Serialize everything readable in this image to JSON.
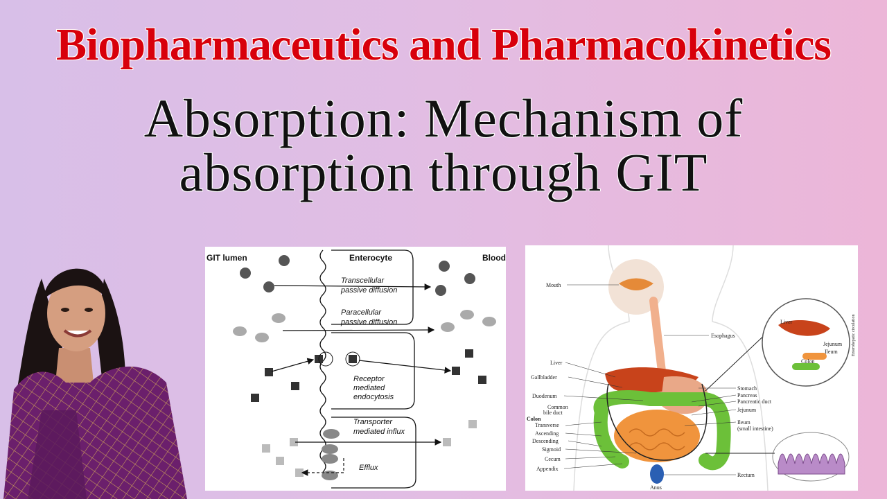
{
  "title": "Biopharmaceutics and Pharmacokinetics",
  "subtitle_line1": "Absorption: Mechanism of",
  "subtitle_line2": "absorption through GIT",
  "left_diagram": {
    "region_labels": [
      "GIT lumen",
      "Enterocyte",
      "Blood"
    ],
    "mechanisms": [
      {
        "line1": "Transcellular",
        "line2": "passive diffusion"
      },
      {
        "line1": "Paracellular",
        "line2": "passive diffusion"
      },
      {
        "line1": "Receptor",
        "line2": "mediated",
        "line3": "endocytosis"
      },
      {
        "line1": "Transporter",
        "line2": "mediated influx"
      },
      {
        "line1": "Efflux"
      }
    ]
  },
  "right_diagram": {
    "labels_left": [
      "Mouth",
      "Liver",
      "Gallbladder",
      "Duodenum",
      "Common",
      "bile duct",
      "Colon",
      "Transverse",
      "Ascending",
      "Descending",
      "Sigmoid",
      "Cecum",
      "Appendix"
    ],
    "labels_right": [
      "Esophagus",
      "Stomach",
      "Pancreas",
      "Pancreatic duct",
      "Jejunum",
      "Ileum",
      "(small intestine)",
      "Rectum"
    ],
    "label_bottom": "Anus",
    "inset_labels": [
      "Liver",
      "Jejunum",
      "Ileum",
      "Colon"
    ],
    "inset_side_label": "Enterohepatic circulation"
  }
}
